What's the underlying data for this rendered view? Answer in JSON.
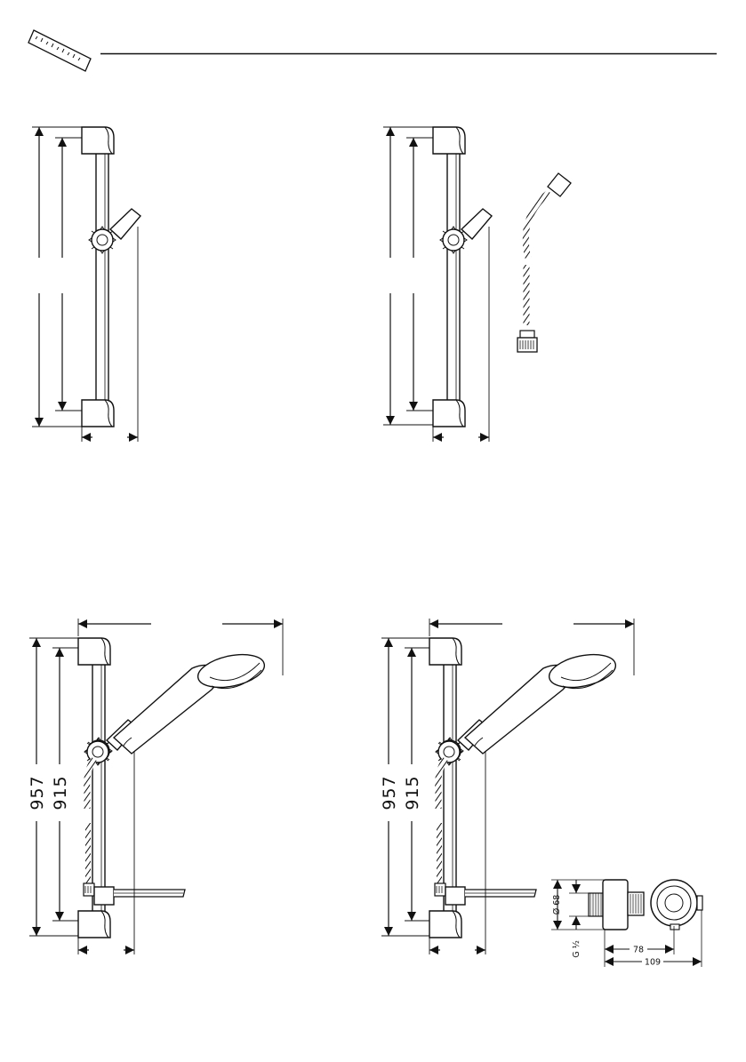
{
  "header": {
    "icon": "ruler-icon"
  },
  "panels": [
    {
      "id": "rail",
      "dims": {
        "overall": "",
        "inner": ""
      }
    },
    {
      "id": "rail-with-hose",
      "dims": {
        "overall": "",
        "inner": ""
      }
    },
    {
      "id": "set-with-shower",
      "dims": {
        "overall": "957",
        "inner": "915"
      }
    },
    {
      "id": "set-with-valve",
      "dims": {
        "overall": "957",
        "inner": "915"
      }
    }
  ],
  "valve": {
    "diameter": "Ø 68",
    "thread": "G ½",
    "depth_short": "78",
    "depth_long": "109"
  },
  "colors": {
    "line": "#111111",
    "paper": "#ffffff"
  }
}
